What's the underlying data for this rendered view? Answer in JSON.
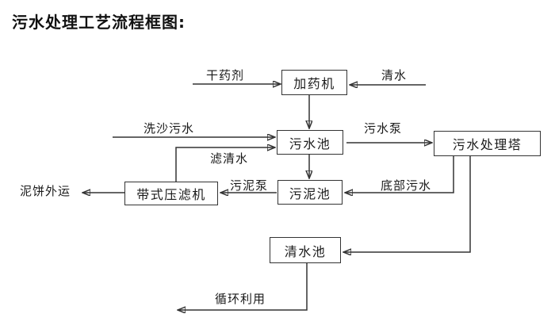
{
  "title": "污水处理工艺流程框图:",
  "nodes": {
    "dosing_machine": {
      "label": "加药机"
    },
    "sewage_pool": {
      "label": "污水池"
    },
    "sewage_treatment_tower": {
      "label": "污水处理塔"
    },
    "sludge_pool": {
      "label": "污泥池"
    },
    "belt_filter_press": {
      "label": "带式压滤机"
    },
    "clean_water_pool": {
      "label": "清水池"
    }
  },
  "flows": {
    "dry_chemical": "干药剂",
    "clean_water": "清水",
    "sand_washing_sewage": "洗沙污水",
    "sewage_pump": "污水泵",
    "filtered_water": "滤清水",
    "sludge_pump": "污泥泵",
    "bottom_sewage": "底部污水",
    "mud_cake_outbound": "泥饼外运",
    "recycling": "循环利用"
  },
  "edges": [
    {
      "from": "external",
      "to": "dosing_machine",
      "label": "干药剂"
    },
    {
      "from": "external",
      "to": "dosing_machine",
      "label": "清水"
    },
    {
      "from": "dosing_machine",
      "to": "sewage_pool",
      "label": ""
    },
    {
      "from": "external",
      "to": "sewage_pool",
      "label": "洗沙污水"
    },
    {
      "from": "belt_filter_press",
      "to": "sewage_pool",
      "label": "滤清水"
    },
    {
      "from": "sewage_pool",
      "to": "sewage_treatment_tower",
      "label": "污水泵"
    },
    {
      "from": "sewage_pool",
      "to": "sludge_pool",
      "label": ""
    },
    {
      "from": "sewage_treatment_tower",
      "to": "sludge_pool",
      "label": "底部污水"
    },
    {
      "from": "sludge_pool",
      "to": "belt_filter_press",
      "label": "污泥泵"
    },
    {
      "from": "belt_filter_press",
      "to": "external",
      "label": "泥饼外运"
    },
    {
      "from": "sewage_treatment_tower",
      "to": "clean_water_pool",
      "label": ""
    },
    {
      "from": "clean_water_pool",
      "to": "external",
      "label": "循环利用"
    }
  ],
  "colors": {
    "line": "#333333",
    "text": "#1a1a1a",
    "background": "#ffffff"
  }
}
